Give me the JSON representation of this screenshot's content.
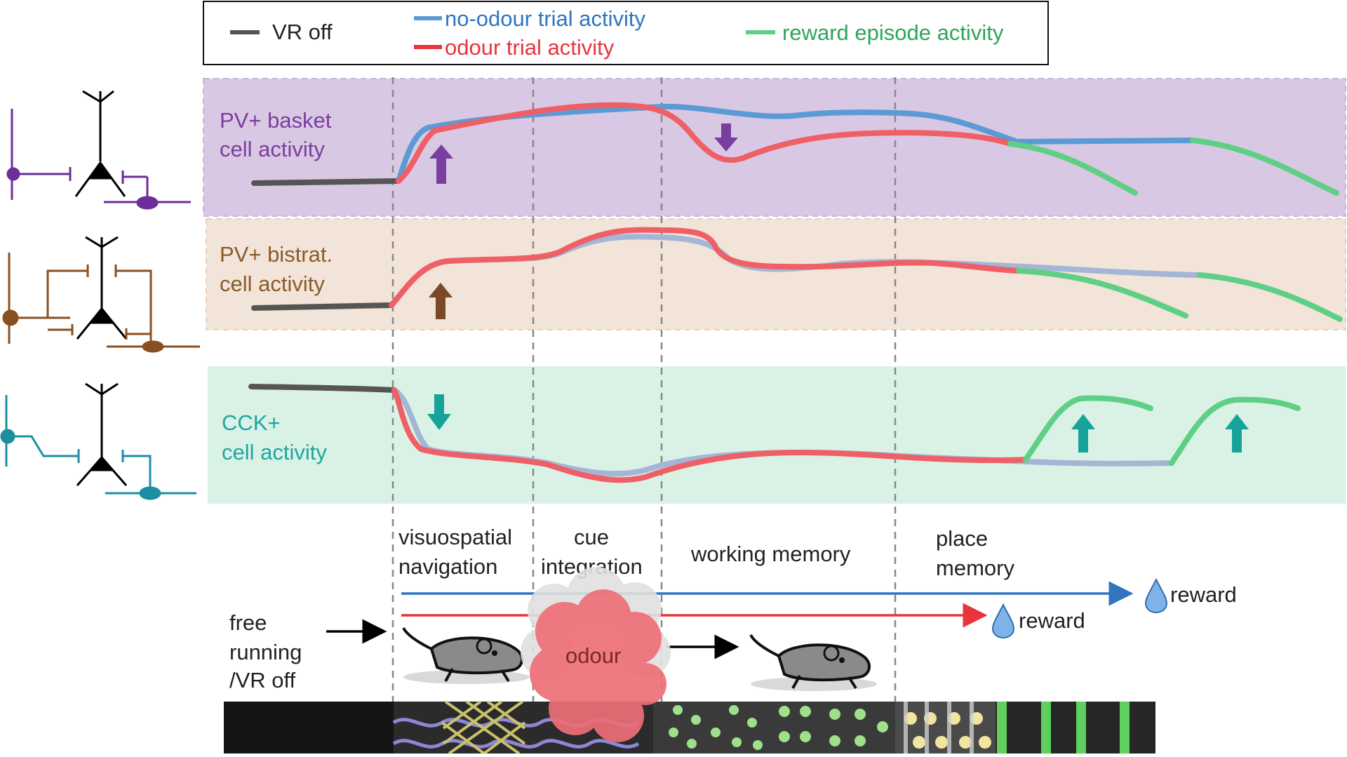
{
  "legend": {
    "vr_off": "VR off",
    "no_odour": "no-odour trial activity",
    "odour": "odour trial  activity",
    "reward_episode": "reward episode activity"
  },
  "panels": {
    "pv_basket": {
      "line1": "PV+ basket",
      "line2": "cell activity"
    },
    "pv_bistrat": {
      "line1": "PV+ bistrat.",
      "line2": "cell activity"
    },
    "cck": {
      "line1": "CCK+",
      "line2": "cell activity"
    }
  },
  "phases": {
    "visuospatial": {
      "line1": "visuospatial",
      "line2": "navigation"
    },
    "cue": {
      "line1": "cue",
      "line2": "integration"
    },
    "working": "working memory",
    "place": {
      "line1": "place",
      "line2": "memory"
    }
  },
  "bottom": {
    "free_running": {
      "line1": "free",
      "line2": "running",
      "line3": "/VR off"
    },
    "reward_blue": "reward",
    "reward_red": "reward",
    "odour": "odour"
  },
  "colors": {
    "vr_off": "#555555",
    "no_odour": "#5b9bd5",
    "odour": "#ef5f66",
    "reward": "#5fcf86",
    "pv_basket_bg": "#d9c8e3",
    "pv_bistrat_bg": "#f2e4d8",
    "cck_bg": "#daf2e6",
    "pv_basket_text": "#7a3ea0",
    "pv_bistrat_text": "#8b5a2b",
    "cck_text": "#1fa6a0"
  }
}
